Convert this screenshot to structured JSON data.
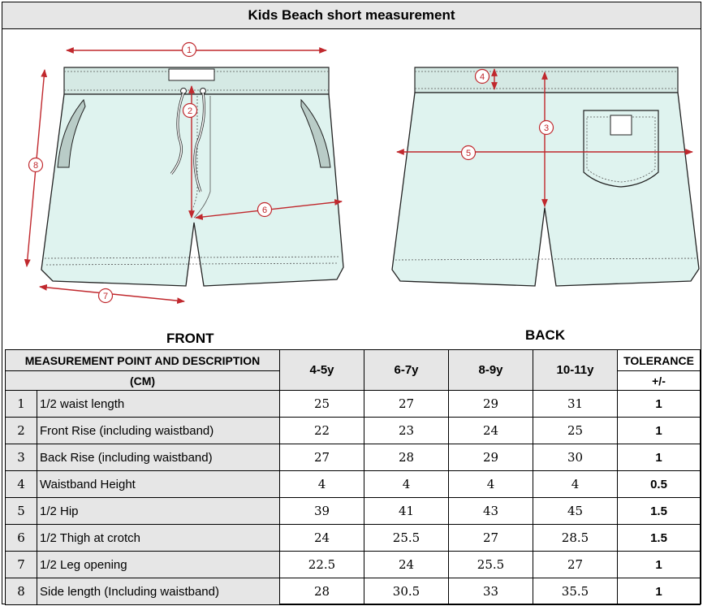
{
  "title": "Kids Beach short measurement",
  "views": {
    "front": "FRONT",
    "back": "BACK"
  },
  "callouts": [
    "1",
    "2",
    "3",
    "4",
    "5",
    "6",
    "7",
    "8"
  ],
  "colors": {
    "garment_fill": "#dff3ef",
    "dimension_line": "#c0282d",
    "header_bg": "#e6e6e6"
  },
  "table": {
    "header_desc_line1": "MEASUREMENT POINT AND DESCRIPTION",
    "header_desc_line2": "(CM)",
    "sizes": [
      "4-5y",
      "6-7y",
      "8-9y",
      "10-11y"
    ],
    "tolerance_line1": "TOLERANCE",
    "tolerance_line2": "+/-",
    "rows": [
      {
        "no": "1",
        "desc": "1/2 waist length",
        "values": [
          "25",
          "27",
          "29",
          "31"
        ],
        "tol": "1"
      },
      {
        "no": "2",
        "desc": "Front Rise (including waistband)",
        "values": [
          "22",
          "23",
          "24",
          "25"
        ],
        "tol": "1"
      },
      {
        "no": "3",
        "desc": "Back Rise (including waistband)",
        "values": [
          "27",
          "28",
          "29",
          "30"
        ],
        "tol": "1"
      },
      {
        "no": "4",
        "desc": "Waistband Height",
        "values": [
          "4",
          "4",
          "4",
          "4"
        ],
        "tol": "0.5"
      },
      {
        "no": "5",
        "desc": "1/2 Hip",
        "values": [
          "39",
          "41",
          "43",
          "45"
        ],
        "tol": "1.5"
      },
      {
        "no": "6",
        "desc": "1/2 Thigh at crotch",
        "values": [
          "24",
          "25.5",
          "27",
          "28.5"
        ],
        "tol": "1.5"
      },
      {
        "no": "7",
        "desc": "1/2 Leg opening",
        "values": [
          "22.5",
          "24",
          "25.5",
          "27"
        ],
        "tol": "1"
      },
      {
        "no": "8",
        "desc": "Side length (Including waistband)",
        "values": [
          "28",
          "30.5",
          "33",
          "35.5"
        ],
        "tol": "1"
      }
    ]
  }
}
